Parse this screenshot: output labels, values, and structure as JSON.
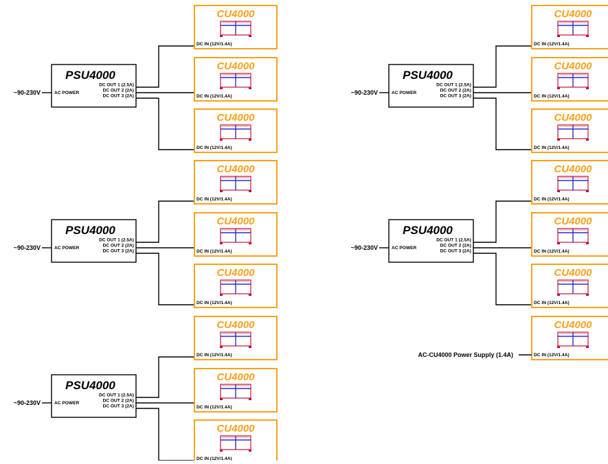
{
  "colors": {
    "cu_accent": "#f5a21b",
    "icon_frame": "#c0103a",
    "icon_inner": "#2b2fd0",
    "line": "#000000"
  },
  "psu_title": "PSU4000",
  "psu_ac_label": "AC POWER",
  "psu_voltage": "~90-230V",
  "psu_outputs": [
    "DC OUT 1 (2.5A)",
    "DC OUT 2 (2A)",
    "DC OUT 3 (2A)"
  ],
  "cu_title": "CU4000",
  "cu_dc_in": "DC IN (12V/1.4A)",
  "ac_adapter_label": "AC-CU4000 Power Supply (1.4A)",
  "icons": {
    "cu_icon": "device-case-icon"
  }
}
